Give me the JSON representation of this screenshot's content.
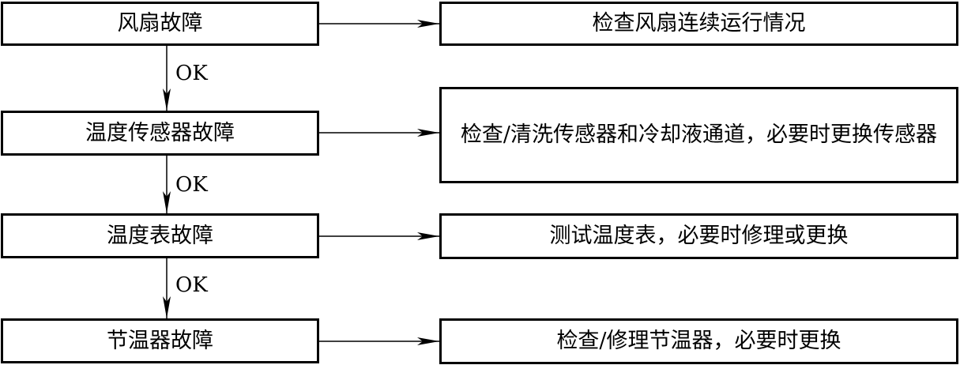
{
  "faults": [
    {
      "label": "风扇故障"
    },
    {
      "label": "温度传感器故障"
    },
    {
      "label": "温度表故障"
    },
    {
      "label": "节温器故障"
    }
  ],
  "actions": [
    {
      "label": "检查风扇连续运行情况"
    },
    {
      "label": "检查/清洗传感器和冷却液通道，必要时更换传感器"
    },
    {
      "label": "测试温度表，必要时修理或更换"
    },
    {
      "label": "检查/修理节温器，必要时更换"
    }
  ],
  "connectors": [
    {
      "label": "OK"
    },
    {
      "label": "OK"
    },
    {
      "label": "OK"
    }
  ]
}
